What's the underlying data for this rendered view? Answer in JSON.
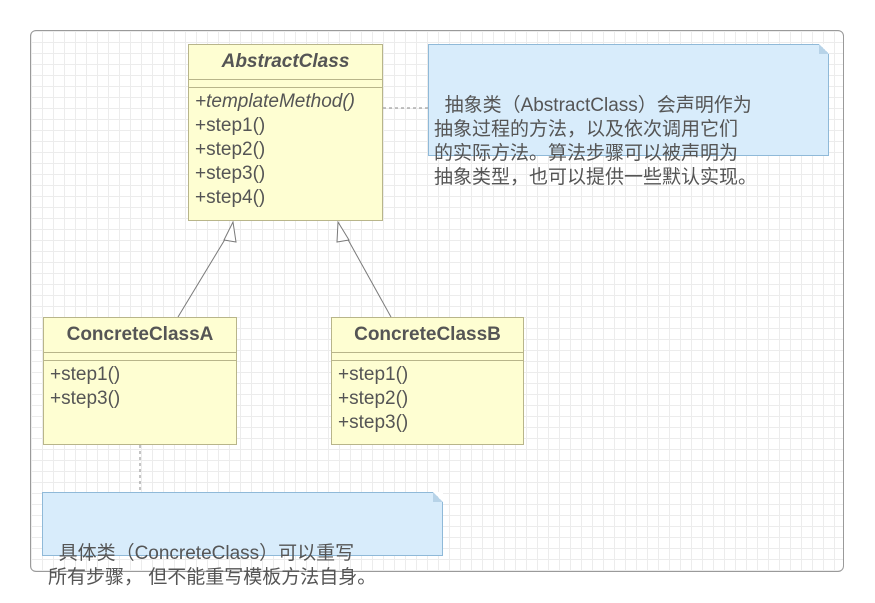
{
  "classes": {
    "abstract": {
      "name": "AbstractClass",
      "operations": [
        "+templateMethod()",
        "+step1()",
        "+step2()",
        "+step3()",
        "+step4()"
      ]
    },
    "concrete_a": {
      "name": "ConcreteClassA",
      "operations": [
        "+step1()",
        "+step3()"
      ]
    },
    "concrete_b": {
      "name": "ConcreteClassB",
      "operations": [
        "+step1()",
        "+step2()",
        "+step3()"
      ]
    }
  },
  "notes": {
    "abstract_note": "抽象类（AbstractClass）会声明作为\n抽象过程的方法，以及依次调用它们\n的实际方法。算法步骤可以被声明为\n抽象类型，也可以提供一些默认实现。",
    "concrete_note": "具体类（ConcreteClass）可以重写\n所有步骤， 但不能重写模板方法自身。"
  },
  "colors": {
    "class_fill": "#fefed2",
    "note_fill": "#d8ecfb",
    "text": "#555555"
  }
}
